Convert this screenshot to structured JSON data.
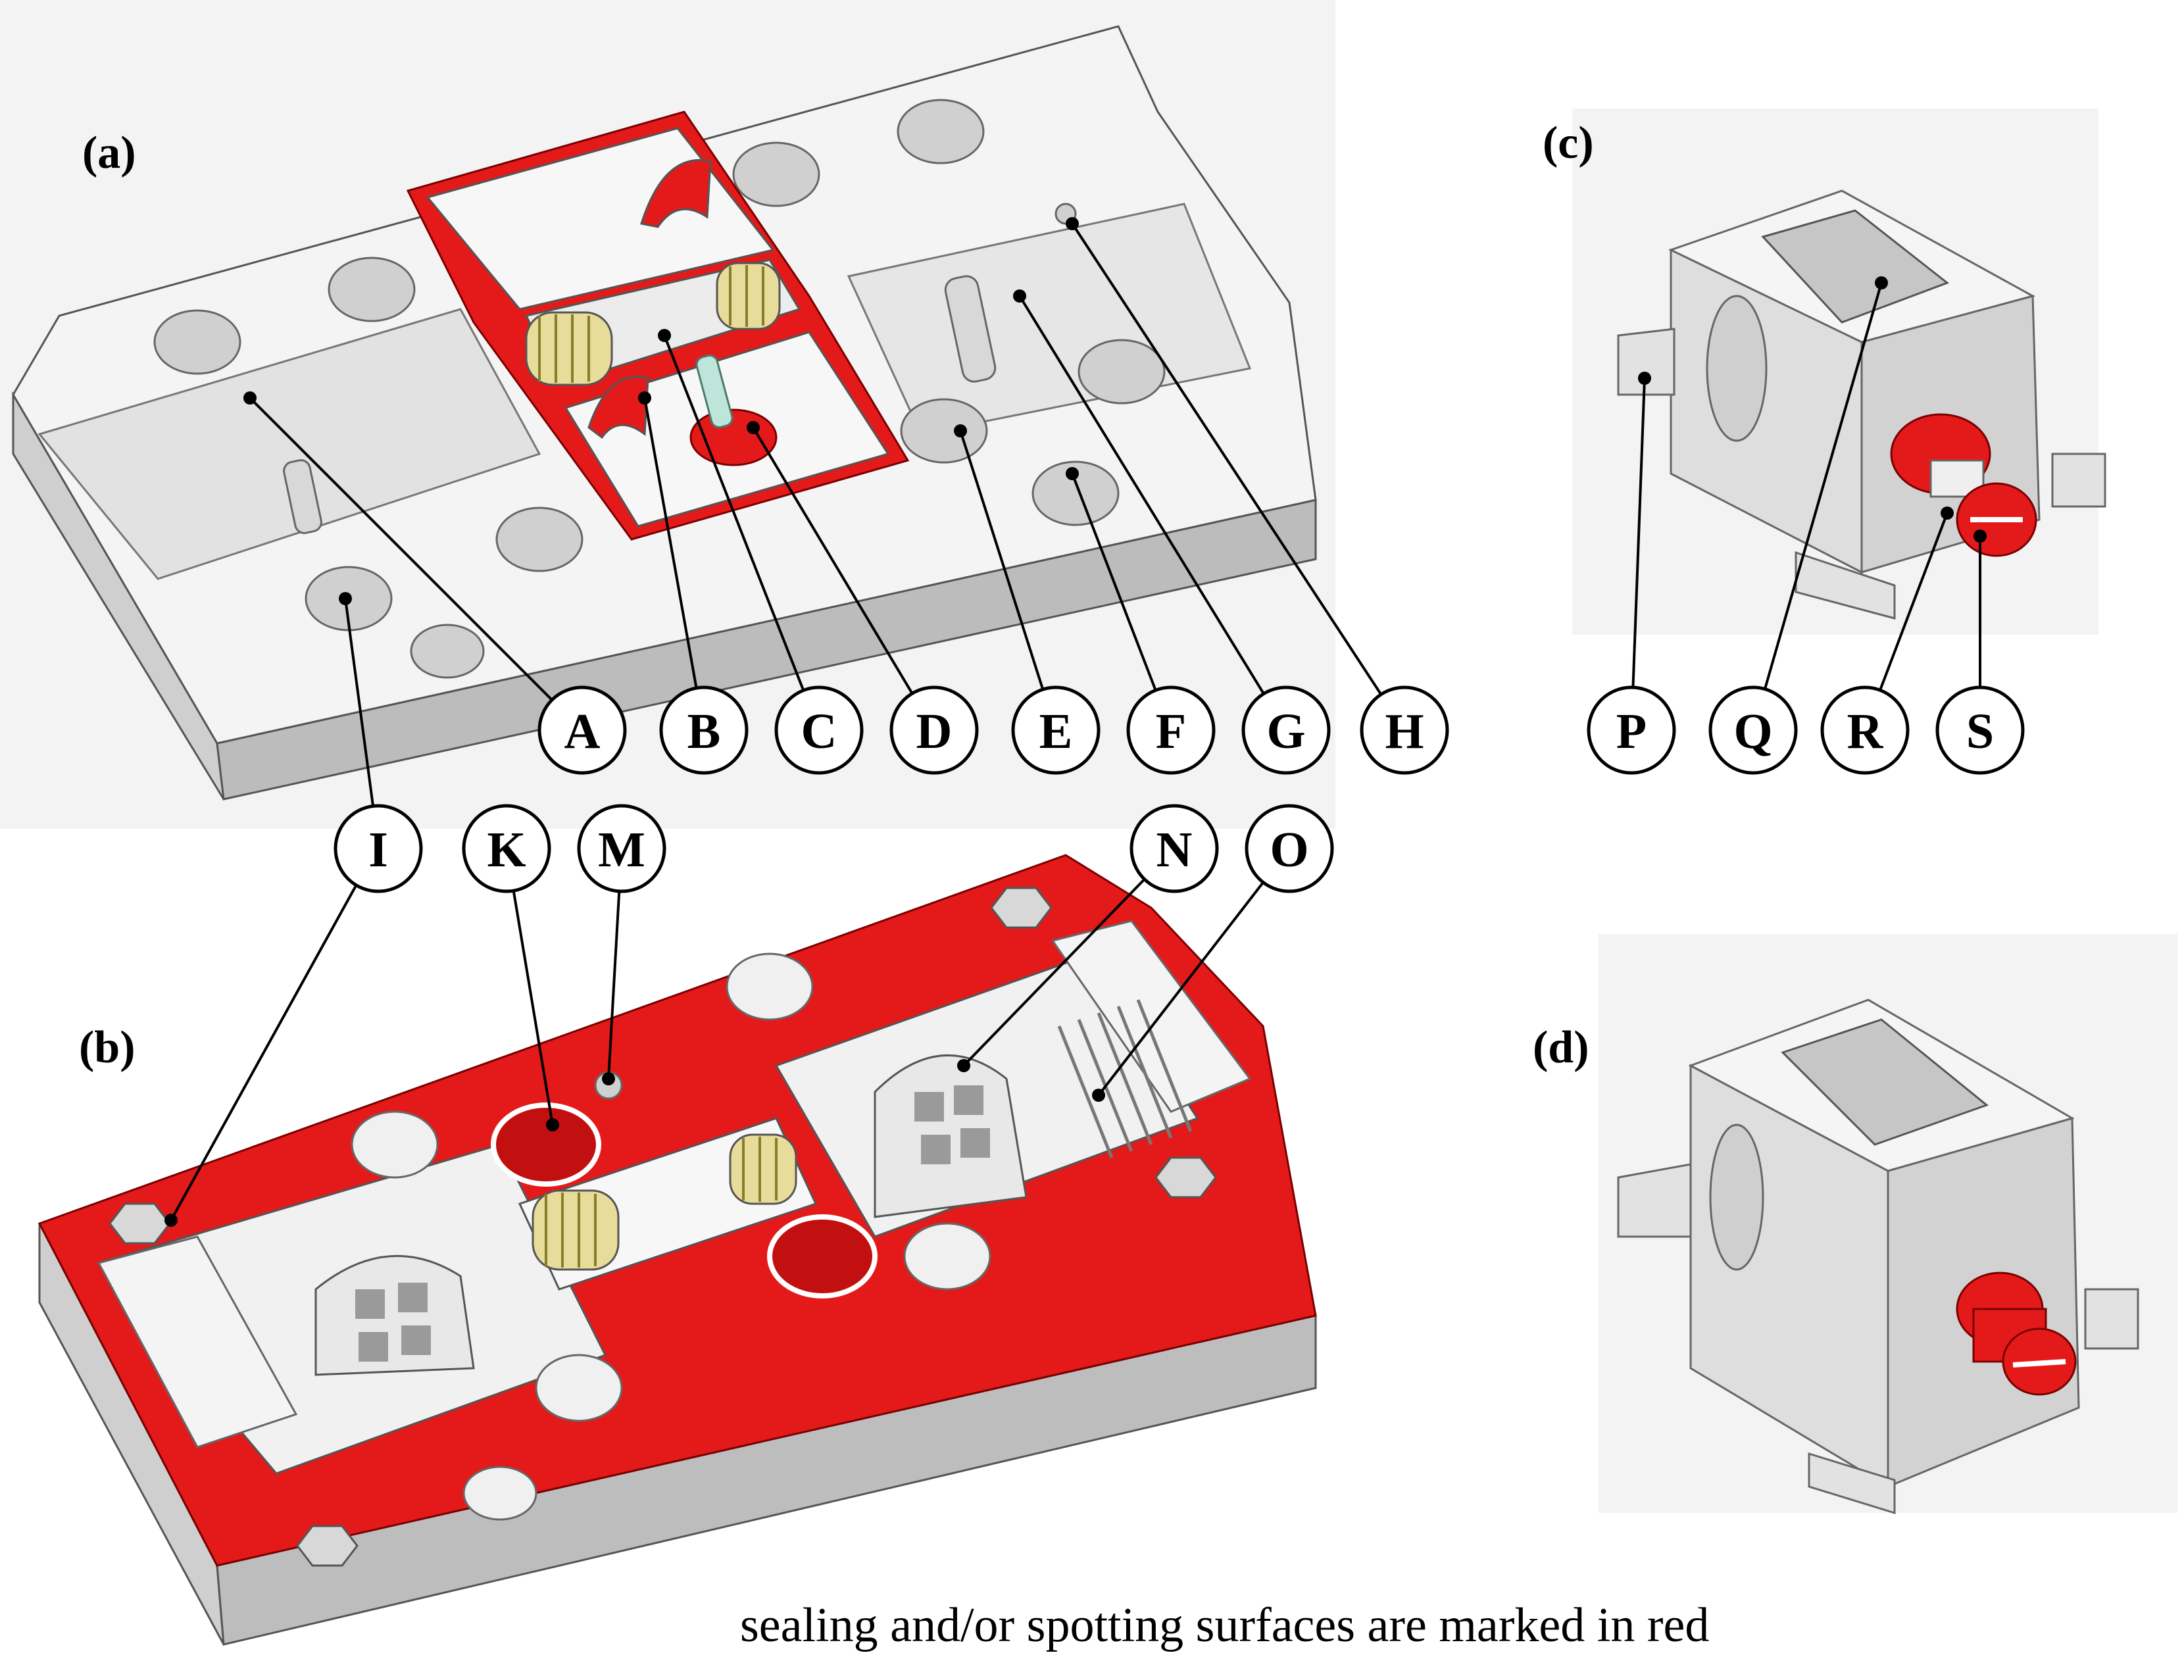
{
  "panels": {
    "a": "(a)",
    "b": "(b)",
    "c": "(c)",
    "d": "(d)"
  },
  "callouts": {
    "A": "A",
    "B": "B",
    "C": "C",
    "D": "D",
    "E": "E",
    "F": "F",
    "G": "G",
    "H": "H",
    "I": "I",
    "K": "K",
    "M": "M",
    "N": "N",
    "O": "O",
    "P": "P",
    "Q": "Q",
    "R": "R",
    "S": "S"
  },
  "caption": "sealing and/or spotting surfaces are marked in red",
  "colors": {
    "sealing_red": "#e41a1a",
    "body_light": "#f4f4f4",
    "body_mid": "#d6d6d6",
    "body_dark": "#b2b2b2",
    "outline": "#555555",
    "background_panel": "#f3f3f3"
  }
}
